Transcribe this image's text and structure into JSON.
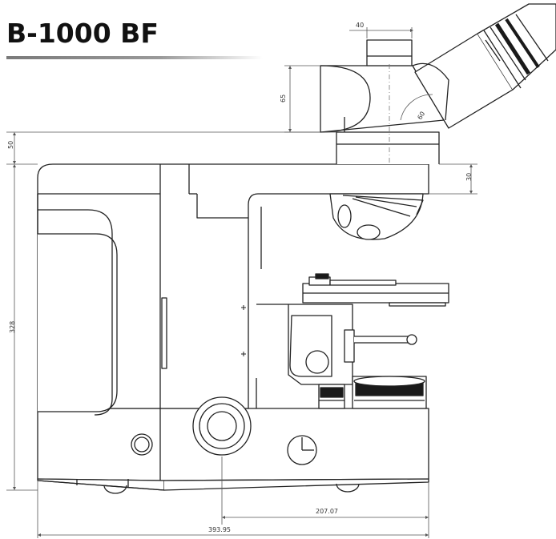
{
  "title": "B-1000 BF",
  "dimensions": {
    "eyepiece_tube": "40",
    "head_height": "65",
    "head_angle": "60",
    "top_offset": "50",
    "arm_thickness": "30",
    "total_height": "328",
    "foot_to_axis": "207.07",
    "total_length": "393.95"
  },
  "colors": {
    "outline": "#222222",
    "shade": "#d9d9d9",
    "dark": "#1a1a1a",
    "dim": "#555555"
  }
}
